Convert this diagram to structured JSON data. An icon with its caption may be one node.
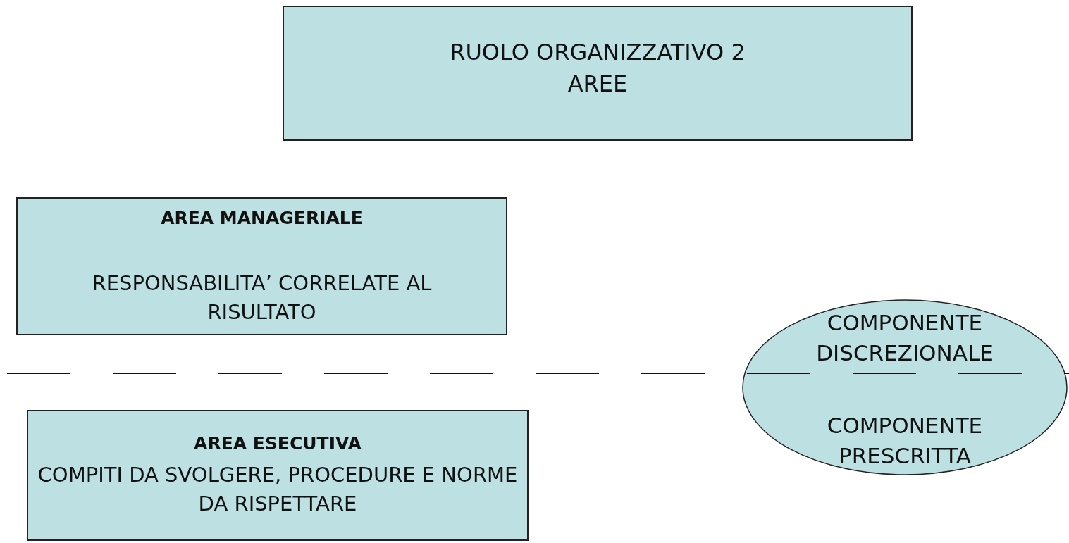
{
  "diagram": {
    "nodes": [
      {
        "text": [
          "RUOLO ORGANIZZATIVO 2 AREE"
        ]
      },
      {
        "text": [
          "AREA MANAGERIALE",
          "RESPONSABILITA’ CORRELATE AL RISULTATO"
        ]
      },
      {
        "text": [
          "AREA ESECUTIVA",
          "COMPITI DA SVOLGERE, PROCEDURE E NORME DA RISPETTARE"
        ]
      },
      {
        "text": [
          "COMPONENTE DISCREZIONALE",
          "COMPONENTE PRESCRITTA"
        ]
      }
    ]
  }
}
